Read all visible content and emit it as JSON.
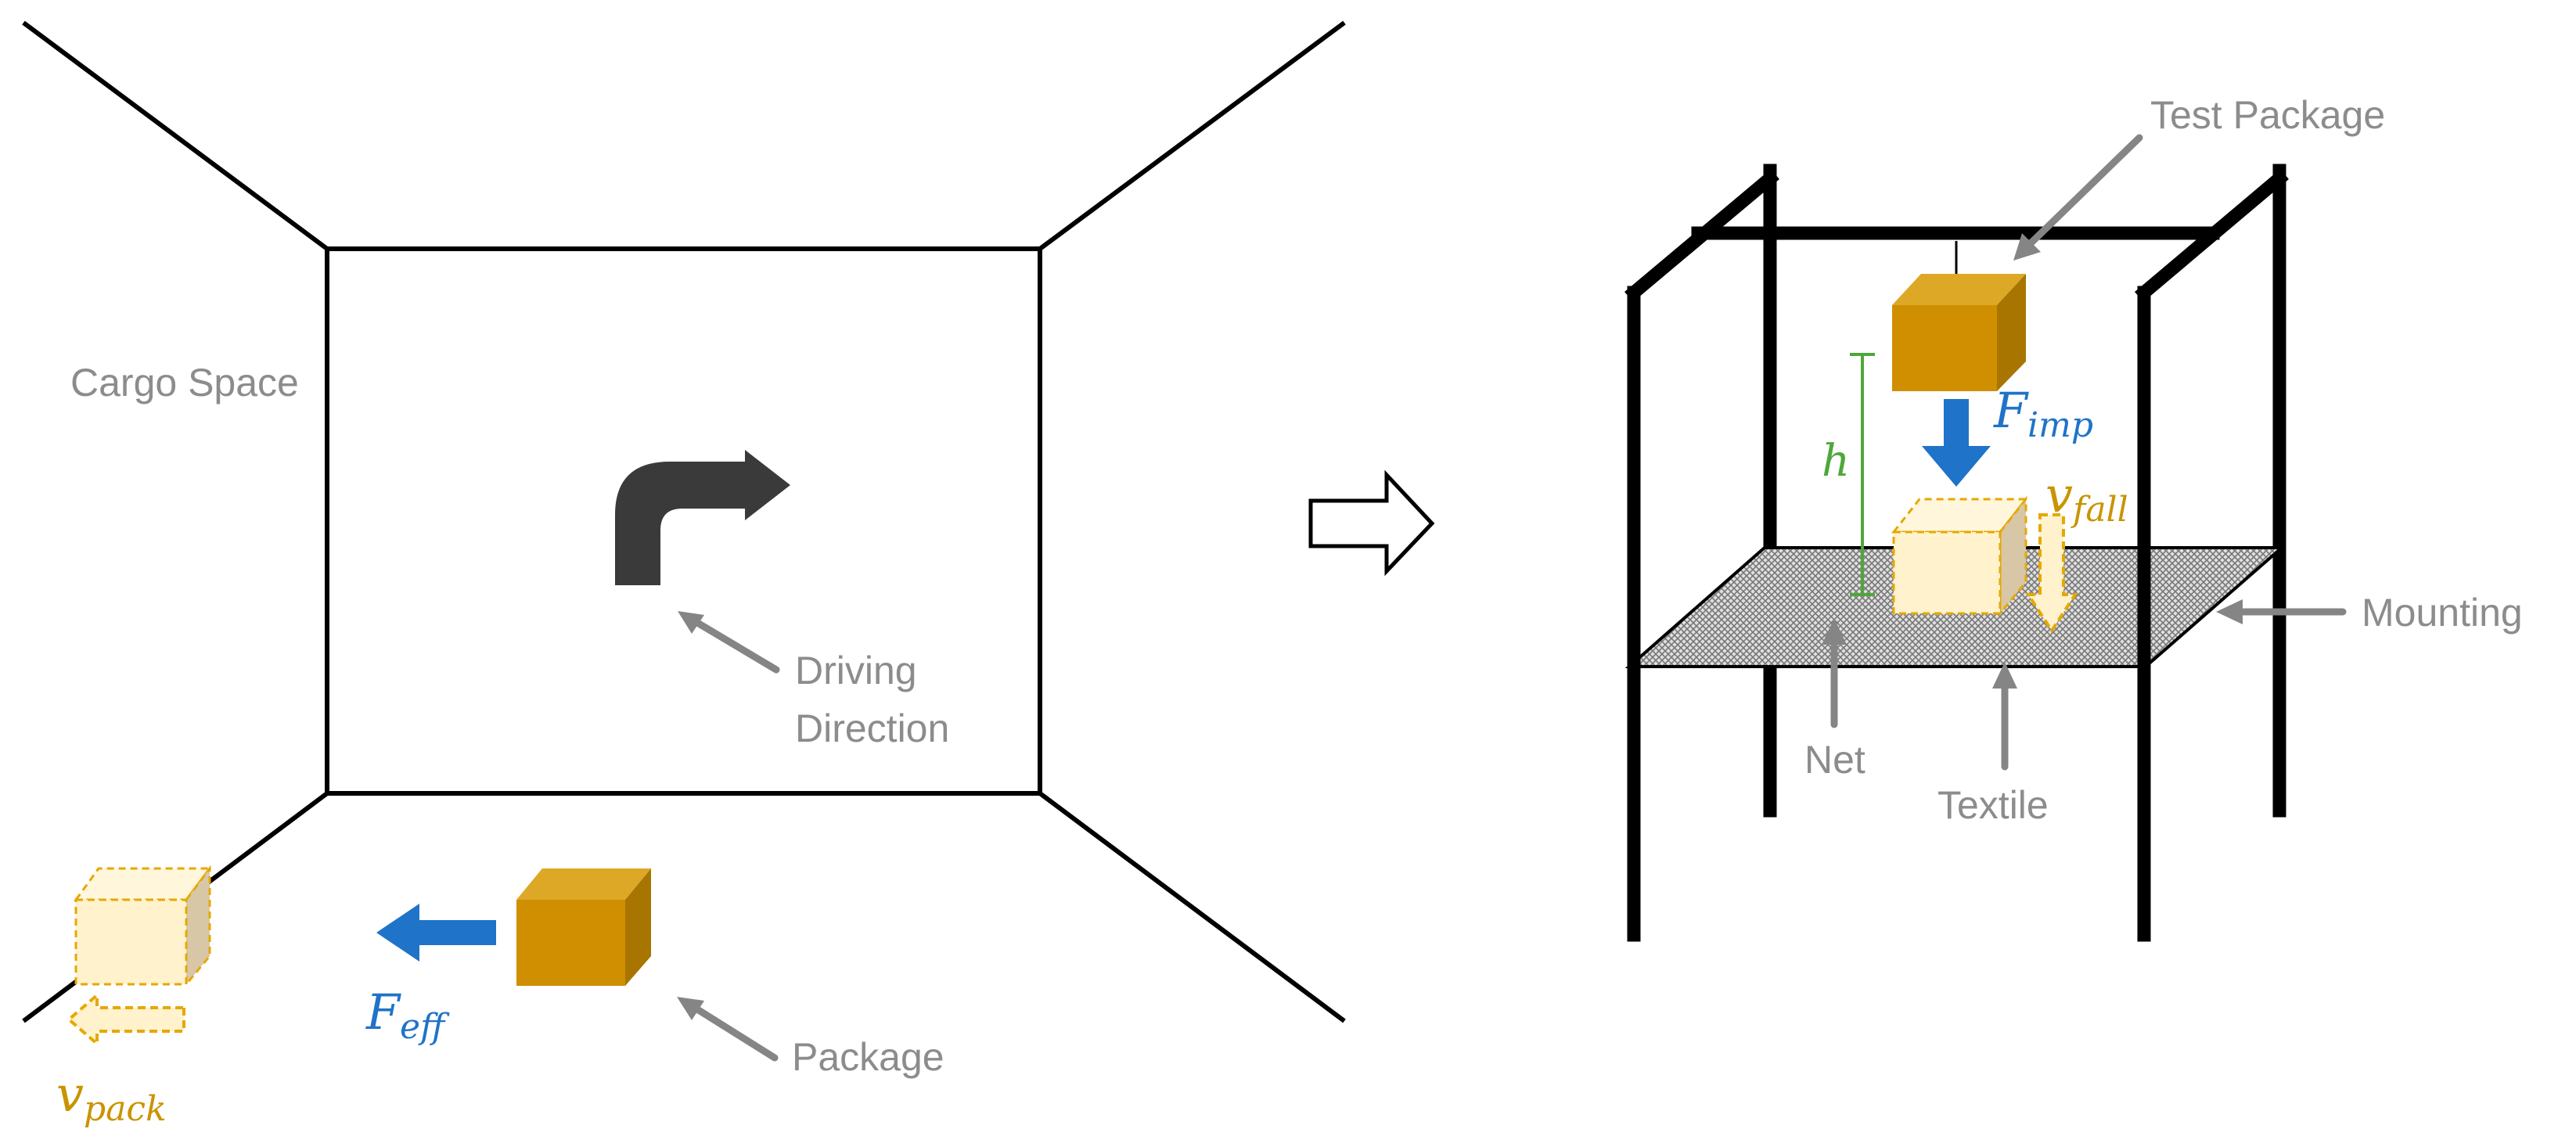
{
  "labels": {
    "cargo_space": "Cargo Space",
    "driving_direction_line1": "Driving",
    "driving_direction_line2": "Direction",
    "package": "Package",
    "test_package": "Test Package",
    "mounting": "Mounting",
    "net": "Net",
    "textile": "Textile"
  },
  "symbols": {
    "f_eff_base": "F",
    "f_eff_sub": "eff",
    "v_pack_base": "v",
    "v_pack_sub": "pack",
    "f_imp_base": "F",
    "f_imp_sub": "imp",
    "v_fall_base": "v",
    "v_fall_sub": "fall",
    "h": "h"
  },
  "colors": {
    "force": "#1f73c8",
    "velocity": "#c99400",
    "height": "#4ea73a",
    "package_front": "#cf8f00",
    "package_top": "#dca826",
    "package_side": "#a87500",
    "ghost_front": "#fff2cc",
    "ghost_top": "#fff6dc",
    "ghost_side": "#d7c7a6",
    "ghost_border": "#e6a800",
    "label_gray": "#8c8c8c",
    "arrow_gray": "#858585",
    "frame_black": "#000000",
    "turn_arrow": "#3a3a3a"
  },
  "icons": {
    "turn_arrow": "turn-right-arrow-icon",
    "transition_arrow": "right-arrow-outline-icon"
  }
}
